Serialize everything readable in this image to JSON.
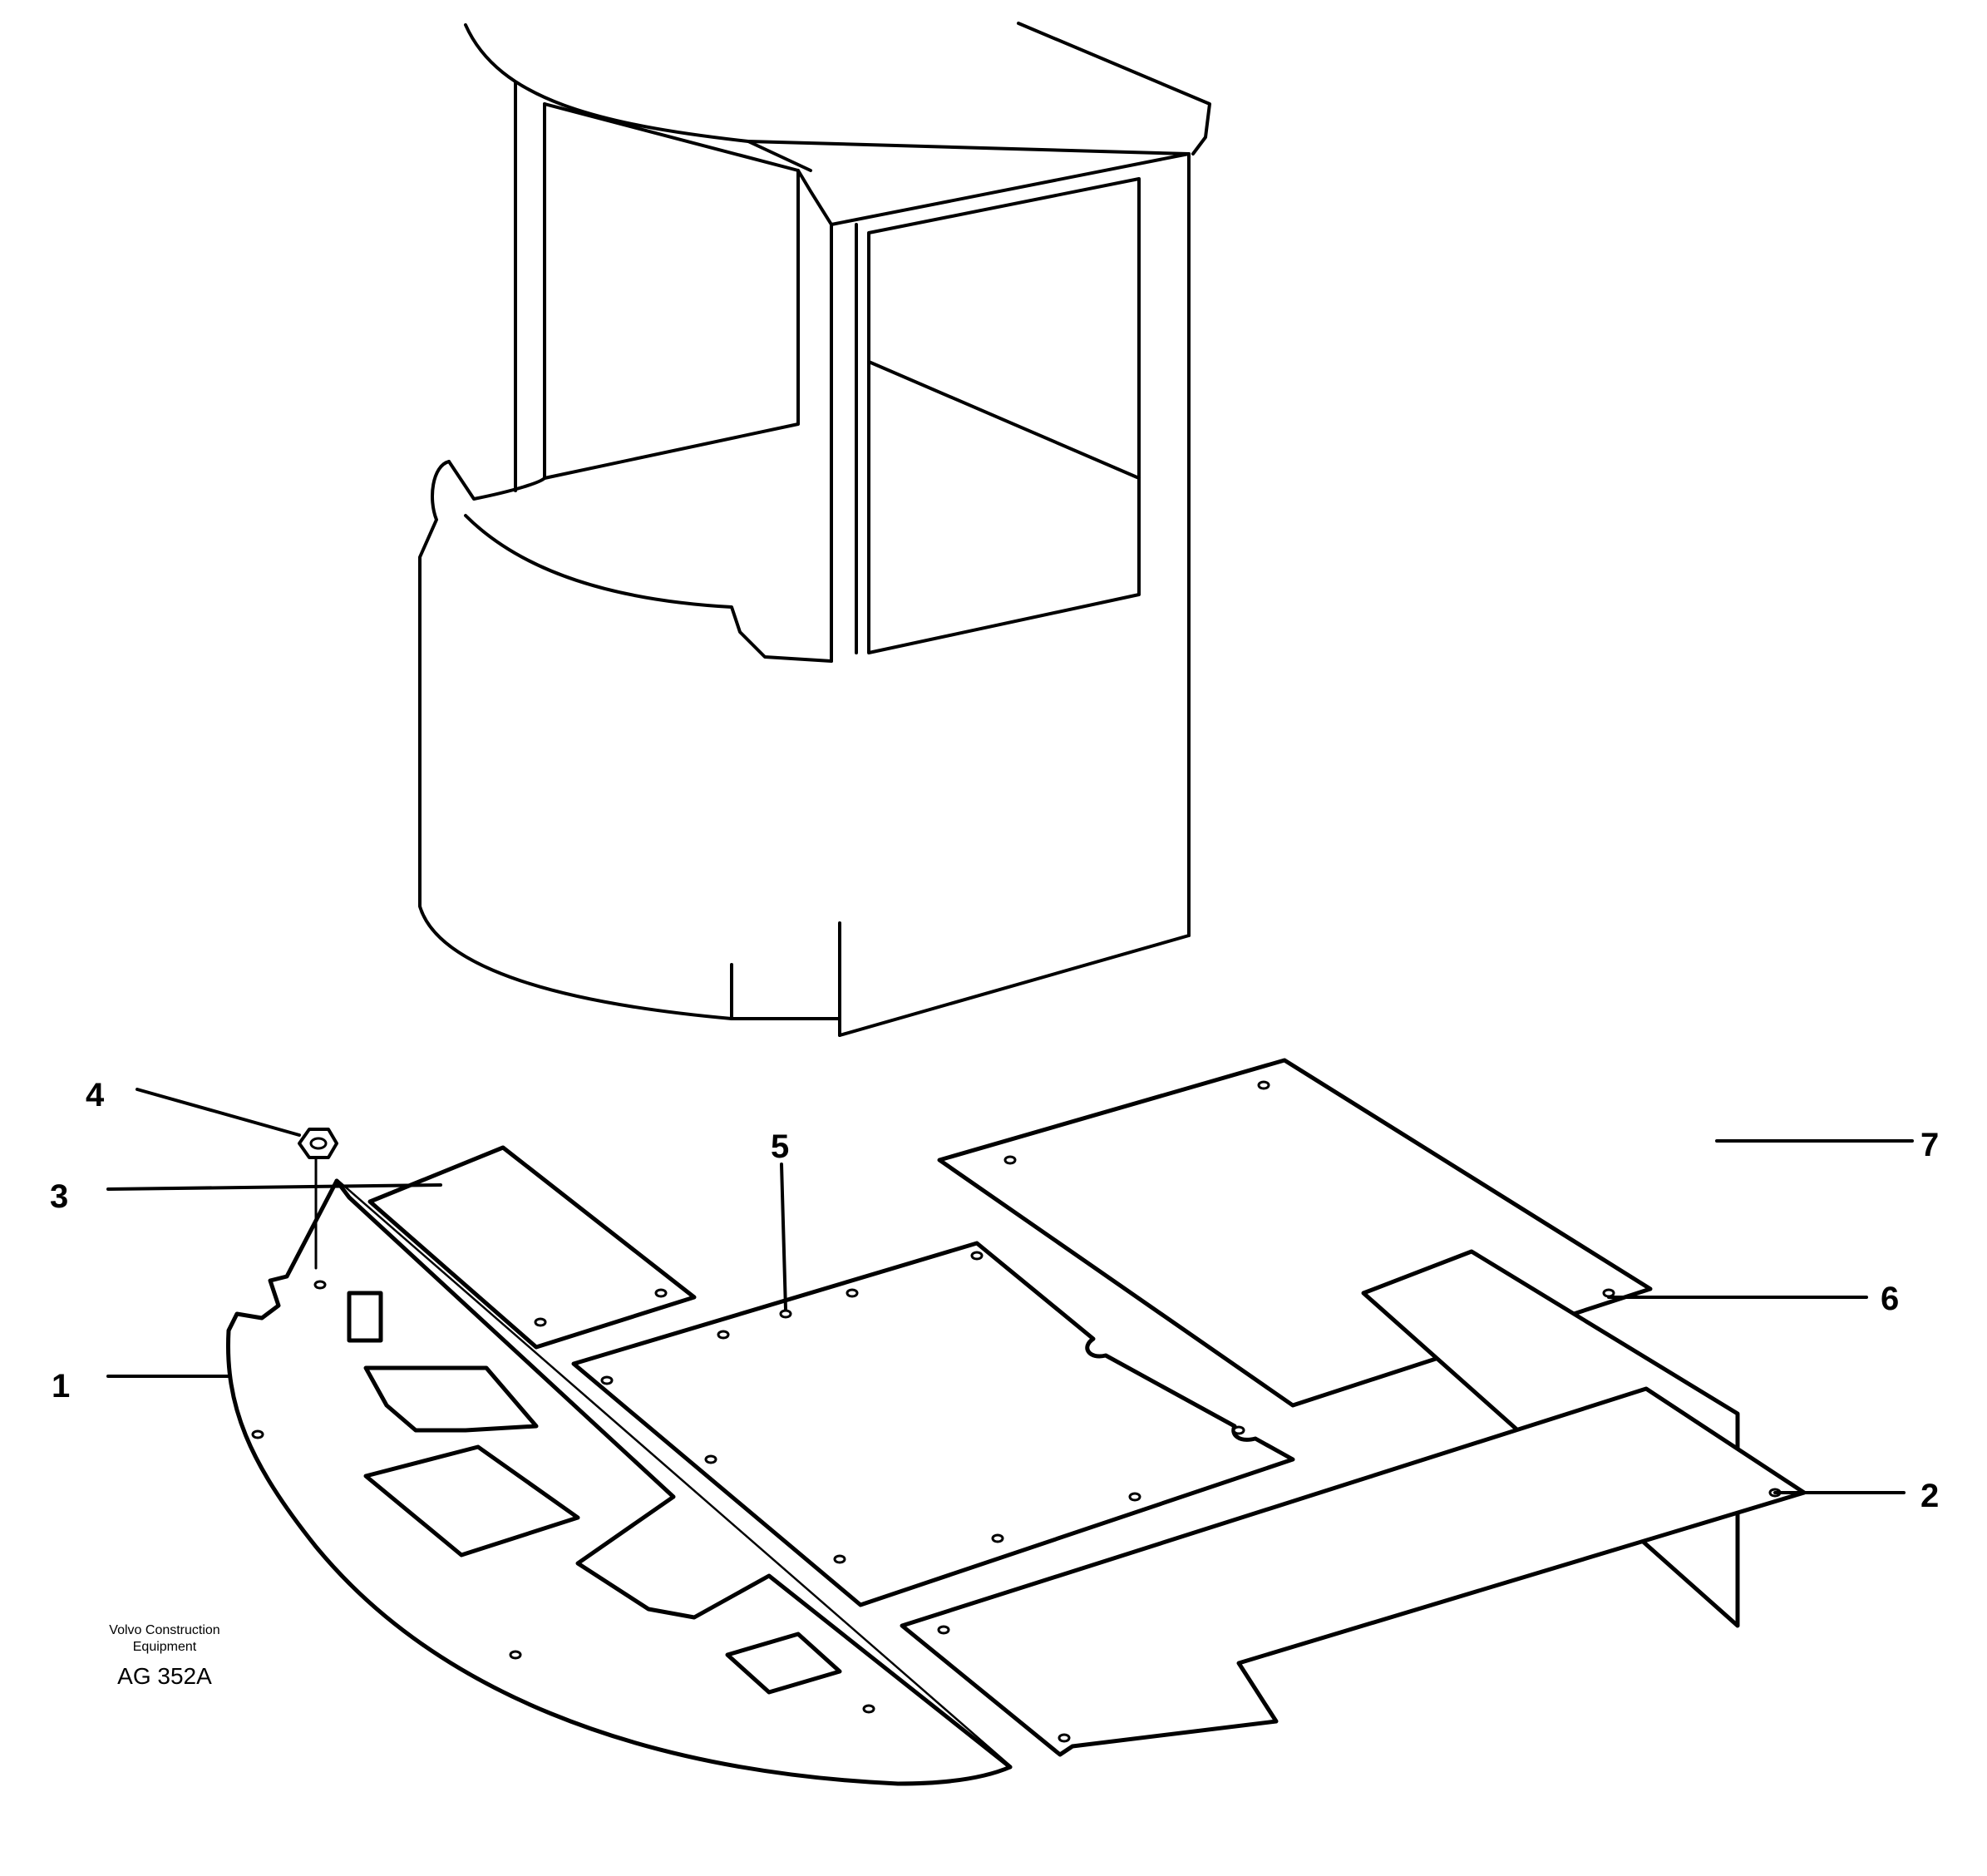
{
  "callouts": {
    "c1": "1",
    "c2": "2",
    "c3": "3",
    "c4": "4",
    "c5": "5",
    "c6": "6",
    "c7": "7"
  },
  "credit": {
    "line1": "Volvo Construction",
    "line2": "Equipment"
  },
  "drawing_code": "AG 352A"
}
